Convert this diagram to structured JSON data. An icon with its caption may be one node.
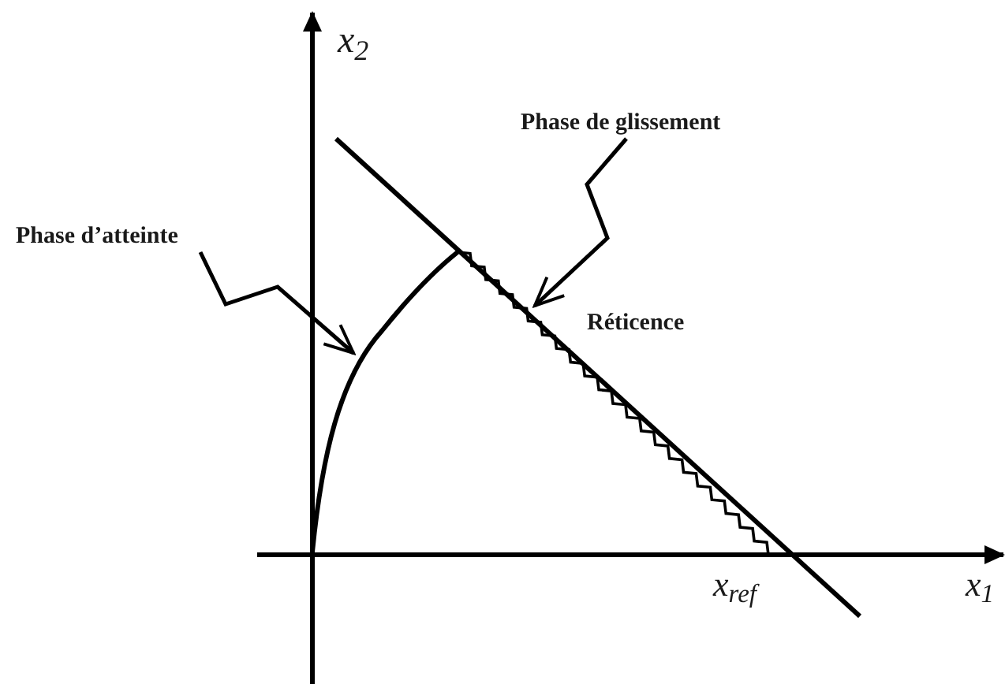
{
  "diagram": {
    "nodes": [
      {
        "text": [
          "Phase d’atteinte"
        ]
      },
      {
        "text": [
          "Phase de glissement"
        ]
      }
    ],
    "edges": [
      {
        "from": 0,
        "to": null,
        "arrow": "to"
      },
      {
        "from": 1,
        "to": null,
        "arrow": "to"
      }
    ],
    "labels": [
      "x$_{2}$",
      "Réticence",
      "x$_{ref}$",
      "x$_{1}$"
    ]
  }
}
